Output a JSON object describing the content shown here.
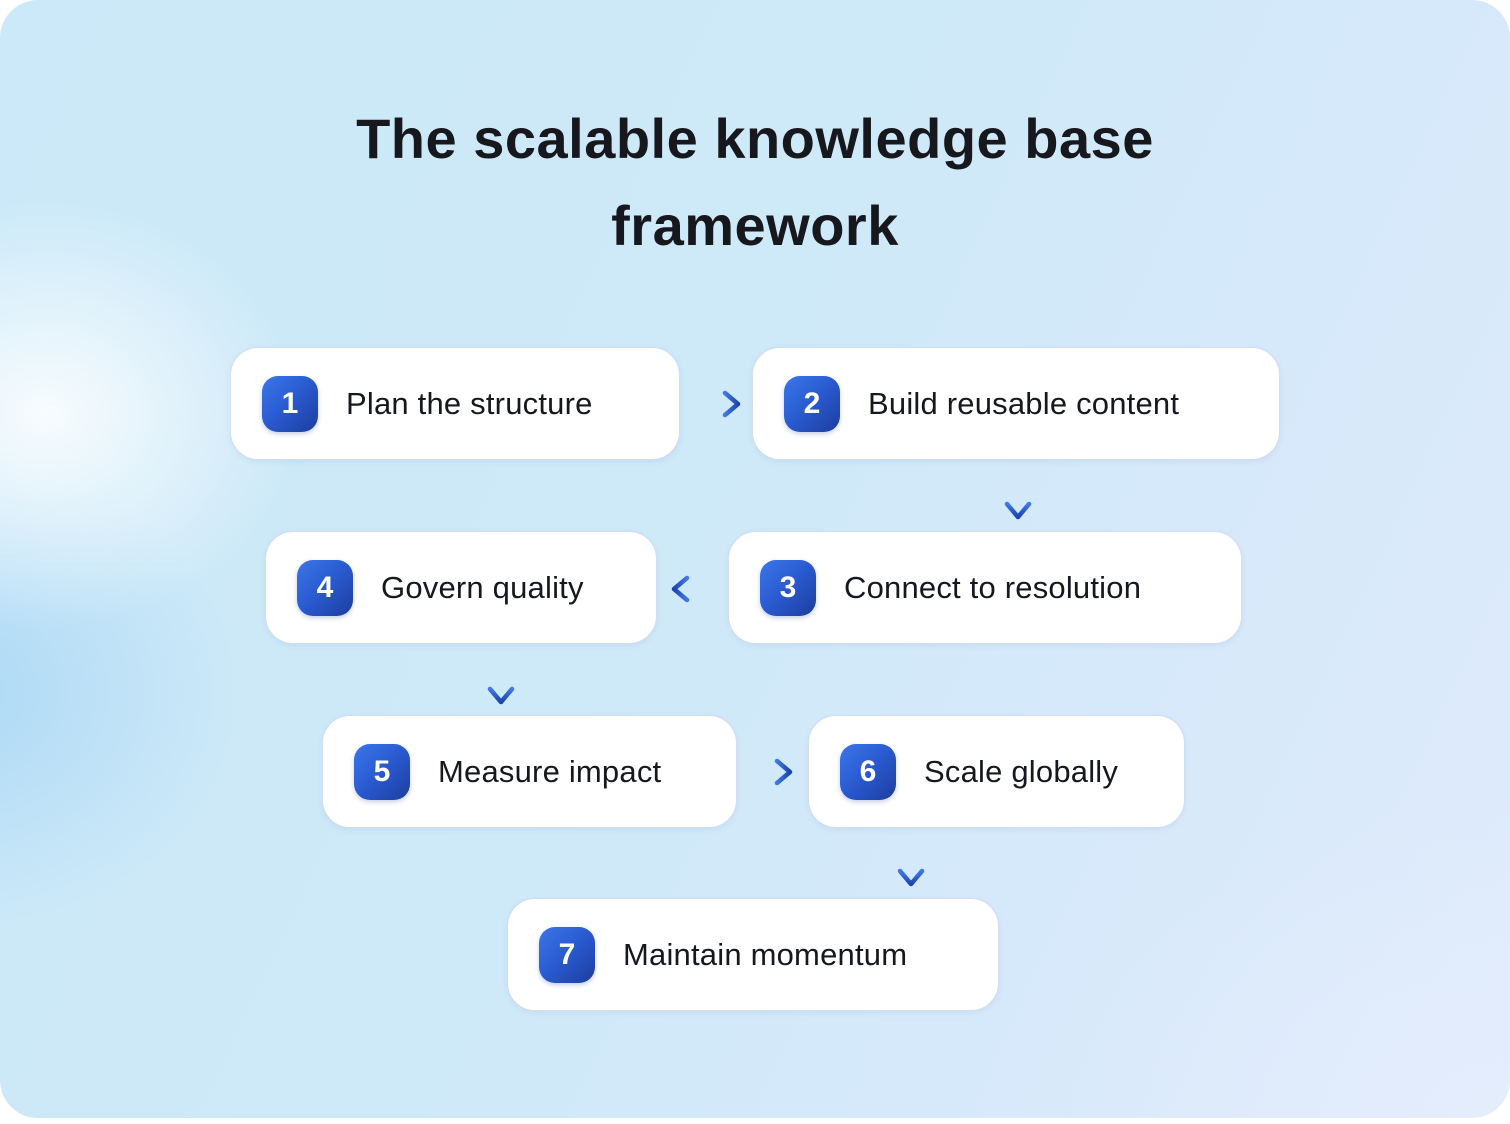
{
  "title": "The scalable knowledge base framework",
  "steps": [
    {
      "num": "1",
      "label": "Plan the structure"
    },
    {
      "num": "2",
      "label": "Build reusable content"
    },
    {
      "num": "3",
      "label": "Connect to resolution"
    },
    {
      "num": "4",
      "label": "Govern quality"
    },
    {
      "num": "5",
      "label": "Measure impact"
    },
    {
      "num": "6",
      "label": "Scale globally"
    },
    {
      "num": "7",
      "label": "Maintain momentum"
    }
  ],
  "flow": [
    {
      "from": "1",
      "to": "2",
      "direction": "right"
    },
    {
      "from": "2",
      "to": "3",
      "direction": "down"
    },
    {
      "from": "3",
      "to": "4",
      "direction": "left"
    },
    {
      "from": "4",
      "to": "5",
      "direction": "down"
    },
    {
      "from": "5",
      "to": "6",
      "direction": "right"
    },
    {
      "from": "6",
      "to": "7",
      "direction": "down"
    }
  ],
  "colors": {
    "background_top": "#cbe9f8",
    "background_bottom_right": "#e2ecfb",
    "background_left_glow": "#9ccdf3",
    "card_background": "#ffffff",
    "card_border": "#d3ddf1",
    "badge_gradient_start": "#3b77ea",
    "badge_gradient_end": "#1c3e9e",
    "badge_number_text": "#ffffff",
    "arrow_gradient_start": "#4079e6",
    "arrow_gradient_end": "#1d44ad",
    "title_text": "#16181d",
    "label_text": "#15181e"
  }
}
